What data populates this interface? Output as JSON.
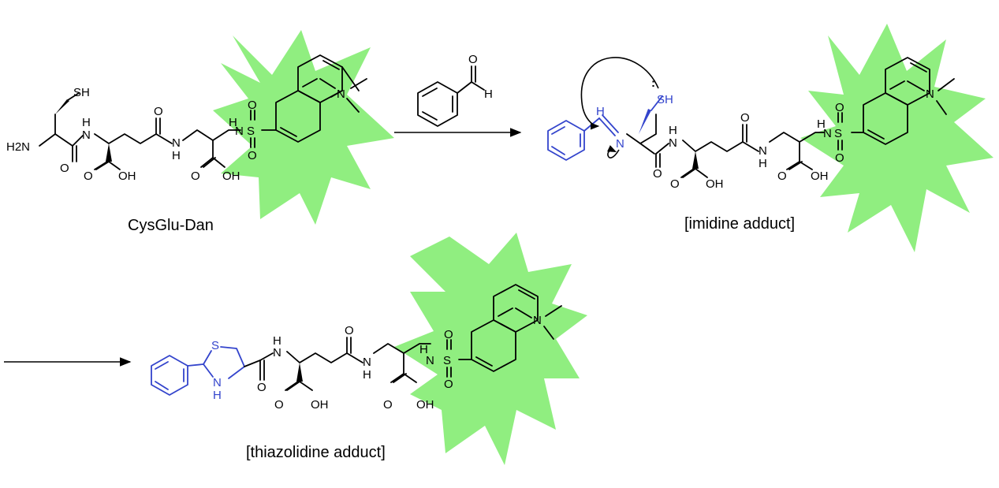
{
  "colors": {
    "bond": "#000000",
    "highlight": "#3344cc",
    "glow": "#90ee80"
  },
  "captions": {
    "start": "CysGlu-Dan",
    "imidine": "[imidine adduct]",
    "thiazolidine": "[thiazolidine adduct]"
  },
  "labels": {
    "sh": "SH",
    "h2n": "H2N",
    "nh": "N",
    "h": "H",
    "o": "O",
    "oh": "OH",
    "s": "S",
    "n": "N",
    "nmeh": "N",
    "lonepair": ":"
  },
  "reagent": {
    "o": "O",
    "h": "H"
  }
}
